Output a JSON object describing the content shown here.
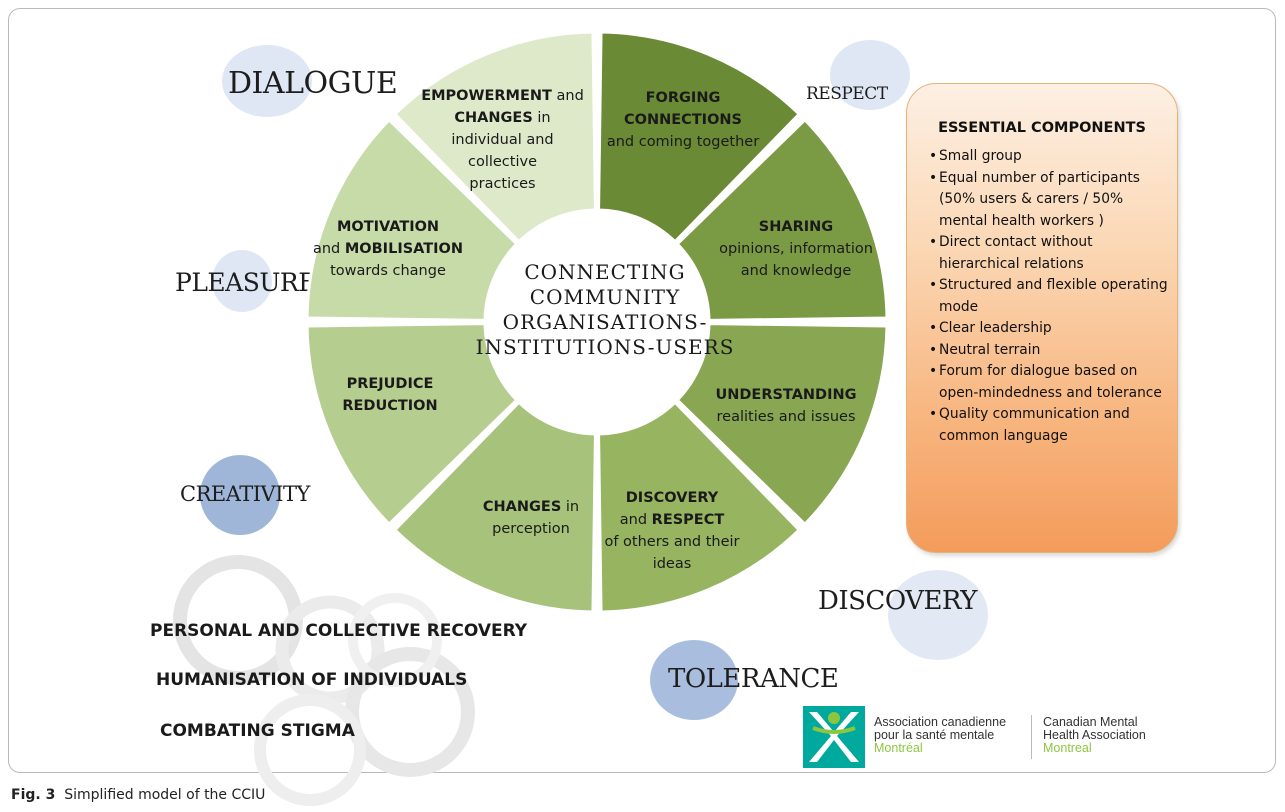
{
  "frame_words": {
    "dialogue": "DIALOGUE",
    "respect": "RESPECT",
    "pleasure": "PLEASURE",
    "creativity": "CREATIVITY",
    "discovery": "DISCOVERY",
    "tolerance": "TOLERANCE"
  },
  "center_text": [
    "CONNECTING",
    "COMMUNITY",
    "ORGANISATIONS-",
    "INSTITUTIONS-USERS"
  ],
  "segments": [
    {
      "id": "forging",
      "bold1": "FORGING",
      "bold2": "CONNECTIONS",
      "rest": "and coming together",
      "color": "#6b8a35"
    },
    {
      "id": "sharing",
      "bold1": "SHARING",
      "rest": "opinions, information and knowledge",
      "color": "#7b9a44"
    },
    {
      "id": "understanding",
      "bold1": "UNDERSTANDING",
      "rest": "realities and issues",
      "color": "#89a752"
    },
    {
      "id": "discovery",
      "bold1": "DISCOVERY",
      "mid": "and",
      "bold2": "RESPECT",
      "rest": "of others and their ideas",
      "color": "#97b461"
    },
    {
      "id": "changes",
      "bold1": "CHANGES",
      "mid": "in",
      "rest": "perception",
      "color": "#a7c27a"
    },
    {
      "id": "prejudice",
      "bold1": "PREJUDICE",
      "bold2": "REDUCTION",
      "color": "#b6cd90"
    },
    {
      "id": "motivation",
      "bold1": "MOTIVATION",
      "mid": "and",
      "bold2": "MOBILISATION",
      "rest": "towards change",
      "color": "#c7dba9"
    },
    {
      "id": "empowerment",
      "bold1": "EMPOWERMENT",
      "mid": "and",
      "bold2": "CHANGES",
      "mid2": "in",
      "rest": "individual and collective practices",
      "color": "#dde9c9"
    }
  ],
  "essential": {
    "title": "ESSENTIAL COMPONENTS",
    "items": [
      "Small group",
      "Equal number of participants (50% users & carers / 50% mental health workers )",
      "Direct contact without hierarchical relations",
      "Structured and flexible operating mode",
      "Clear leadership",
      "Neutral terrain",
      "Forum for dialogue based on open-mindedness and tolerance",
      "Quality communication and common language"
    ]
  },
  "statements": [
    "PERSONAL AND COLLECTIVE RECOVERY",
    "HUMANISATION OF INDIVIDUALS",
    "COMBATING STIGMA"
  ],
  "logo": {
    "fr_line1": "Association canadienne",
    "fr_line2": "pour la santé mentale",
    "fr_city": "Montréal",
    "en_line1": "Canadian Mental",
    "en_line2": "Health Association",
    "en_city": "Montreal"
  },
  "caption": {
    "label": "Fig. 3",
    "text": "Simplified model of the CCIU"
  },
  "colors": {
    "bubble_blue": "#cdd9ee",
    "bubble_blue_dark": "#9fb6d9",
    "box_orange": "#f7b27a",
    "logo_teal": "#00a99d",
    "logo_green": "#8cc63f"
  }
}
